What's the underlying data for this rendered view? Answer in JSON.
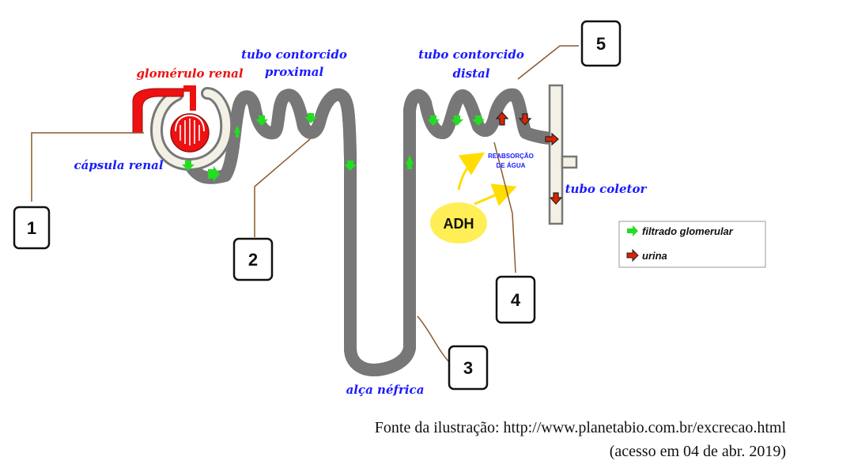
{
  "diagram": {
    "labels": {
      "glomerulo": "glomérulo renal",
      "proximal_1": "tubo contorcido",
      "proximal_2": "proximal",
      "distal_1": "tubo contorcido",
      "distal_2": "distal",
      "capsula": "cápsula renal",
      "coletor": "tubo coletor",
      "alca": "alça néfrica",
      "reabsorcao_1": "REABSORÇÃO",
      "reabsorcao_2": "DE ÁGUA",
      "adh": "ADH"
    },
    "numbers": [
      "1",
      "2",
      "3",
      "4",
      "5"
    ],
    "legend": {
      "filtrado": "filtrado glomerular",
      "urina": "urina"
    },
    "colors": {
      "label_blue": "#1a1aff",
      "glomerulus_red": "#ee1111",
      "filtrate_green": "#22dd22",
      "urine_arrow": "#dd2200",
      "adh_yellow": "#ffee55"
    }
  },
  "caption": {
    "line1": "Fonte da ilustração: http://www.planetabio.com.br/excrecao.html",
    "line2": "(acesso em 04 de abr. 2019)"
  }
}
